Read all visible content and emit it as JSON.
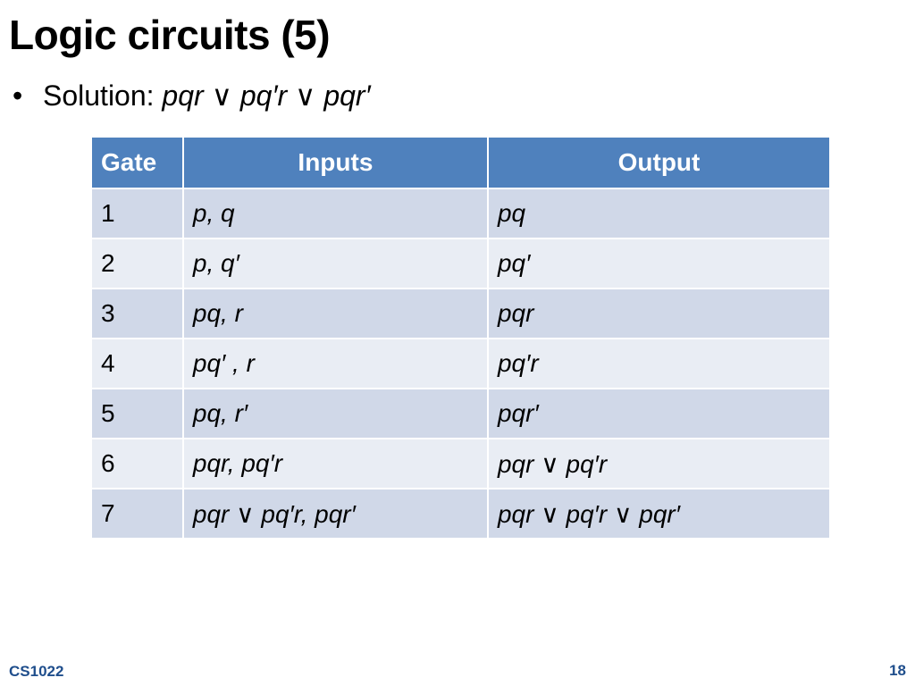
{
  "slide": {
    "title": "Logic circuits (5)",
    "bullet_marker": "•",
    "bullet_label": "Solution: ",
    "bullet_expression": "pqr ∨ pq′r ∨ pqr′"
  },
  "table": {
    "headers": [
      "Gate",
      "Inputs",
      "Output"
    ],
    "rows": [
      {
        "gate": "1",
        "inputs": "p, q",
        "output": "pq"
      },
      {
        "gate": "2",
        "inputs": "p, q′",
        "output": "pq′"
      },
      {
        "gate": "3",
        "inputs": "pq, r",
        "output": "pqr"
      },
      {
        "gate": "4",
        "inputs": "pq′ , r",
        "output": "pq′r"
      },
      {
        "gate": "5",
        "inputs": "pq, r′",
        "output": "pqr′"
      },
      {
        "gate": "6",
        "inputs": "pqr, pq′r",
        "output": "pqr ∨ pq′r"
      },
      {
        "gate": "7",
        "inputs": "pqr ∨ pq′r, pqr′",
        "output": "pqr ∨ pq′r ∨ pqr′"
      }
    ],
    "colors": {
      "header_bg": "#4f81bd",
      "row_odd_bg": "#d0d8e8",
      "row_even_bg": "#e9edf4"
    }
  },
  "footer": {
    "course": "CS1022",
    "page_number": "18",
    "color": "#1f4e8c"
  }
}
